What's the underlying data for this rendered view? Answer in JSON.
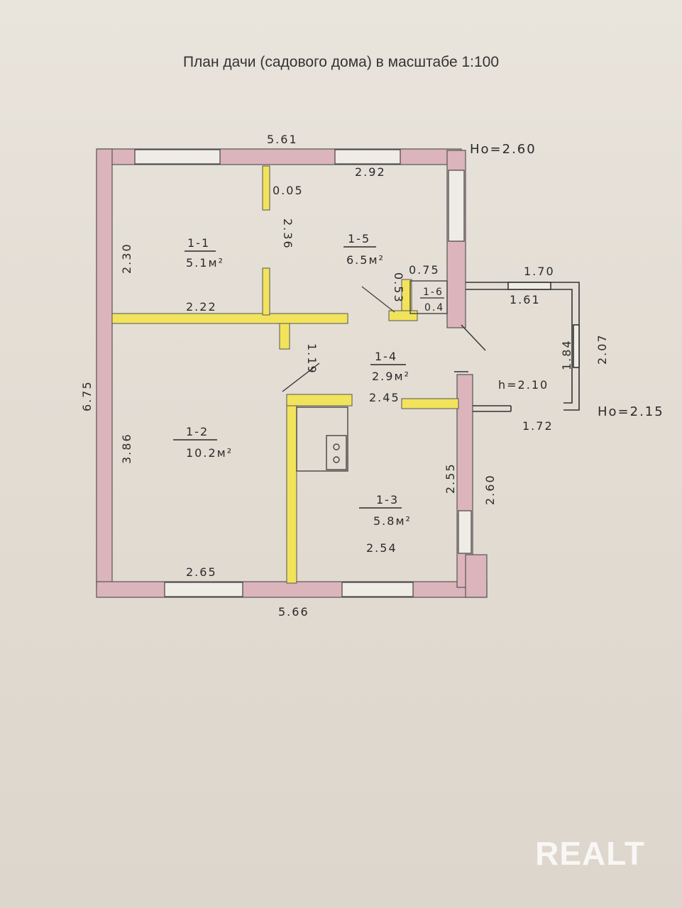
{
  "title": "План дачи (садового дома) в масштабе 1:100",
  "rooms": [
    {
      "id": "1-1",
      "area": "5.1м²"
    },
    {
      "id": "1-2",
      "area": "10.2м²"
    },
    {
      "id": "1-3",
      "area": "5.8м²"
    },
    {
      "id": "1-4",
      "area": "2.9м²"
    },
    {
      "id": "1-5",
      "area": "6.5м²"
    },
    {
      "id": "1-6",
      "area": "0.4"
    }
  ],
  "dimensions": {
    "top_outer": "5.61",
    "bottom_outer": "5.66",
    "left_outer": "6.75",
    "left_top": "2.30",
    "left_bottom": "3.86",
    "top_right_inner": "2.92",
    "partition_small": "0.05",
    "partition_height": "2.36",
    "wall_width": "2.22",
    "corridor_left": "1.19",
    "corridor_width": "2.45",
    "closet_w": "0.75",
    "closet_h": "0.53",
    "bottom_left": "2.65",
    "bottom_right": "2.54",
    "right_inner": "2.55",
    "right_outer": "2.60",
    "ext_top_outer": "1.70",
    "ext_top_inner": "1.61",
    "ext_left": "1.84",
    "ext_right": "2.07",
    "ext_bottom": "1.72",
    "ext_h": "h=2.10"
  },
  "heights": {
    "main": "Hо=2.60",
    "extension": "Hо=2.15"
  },
  "watermark": "REALT",
  "colors": {
    "wall": "#dcb4bc",
    "highlight": "#f2e35c",
    "ink": "#2a2a2a"
  }
}
